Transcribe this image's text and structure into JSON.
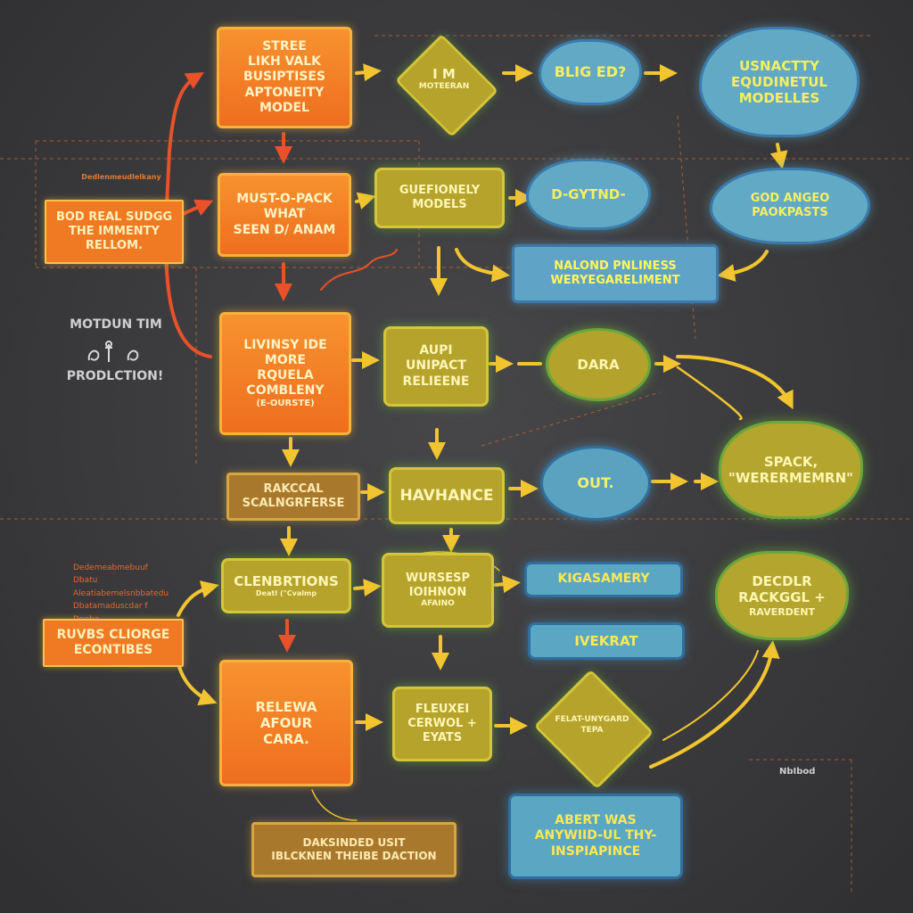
{
  "colors": {
    "background": "#3a3a3c",
    "orange": "#ef7624",
    "olive": "#b5a32c",
    "teal": "#5fa3c6",
    "arrow_yellow": "#f2c530",
    "arrow_red": "#e8512a"
  },
  "nodes": {
    "n_stree": "STREE\nLIKH VALK\nBUSIPTISES\nAPTONEITY\nMODEL",
    "n_moteeran_main": "I M",
    "n_moteeran_sub": "MOTEERAN",
    "n_bligged": "BLIG ED?",
    "n_usnacity": "USNACTTY\nEQUDINETUL\nMODELLES",
    "n_bod_real": "BOD REAL SUDGG\nTHE IMMENTY\nRELLOM.",
    "n_must_opack": "MUST-O-PACK\nWHAT\nSEEN D/ ANAM",
    "n_guefionely": "GUEFIONELY\nMODELS",
    "n_dgytnd": "D-GYTND-",
    "n_god_angeo": "GOD ANGEO\nPAOKPASTS",
    "n_nalond": "NALOND PNLINESS\nWERYEGARELIMENT",
    "n_livinsy": "LIVINSY IDE\nMORE\nRQUELA\nCOMBLENY",
    "n_livinsy_sub": "(E-OURSTE)",
    "n_aupi": "AUPI\nUNIPACT\nRELIEENE",
    "n_dara": "DARA",
    "n_spack": "SPACK,\n\"WERERMEMRN\"",
    "n_rakccal": "RAKCCAL\nSCALNGRFERSE",
    "n_havhance": "HAVHANCE",
    "n_out": "OUT.",
    "n_clenbrtions": "CLENBRTIONS",
    "n_clenbrtions_sub": "DeatI (\"Cvalmp",
    "n_wursesp": "WURSESP\nIOIHNON",
    "n_wursesp_sub": "AFAINO",
    "n_kigasamery": "KIGASAMERY",
    "n_ivekrat": "IVEKRAT",
    "n_decdlr": "DECDLR\nRACKGGL +",
    "n_decdlr_sub": "RAVERDENT",
    "n_ruvbs": "RUVBS CLIORGE\nECONTIBES",
    "n_relewa": "RELEWA\nAFOUR\nCARA.",
    "n_fleuxei": "FLEUXEI\nCERWOL +\nEYATS",
    "n_felat": "FELAT-UNYGARD\nTEPA",
    "n_daksinded": "DAKSINDED USIT\nIBLCKNEN THEIBE DACTION",
    "n_abert": "ABERT WAS\nANYWIID-UL THY-\nINSPIAPINCE"
  },
  "labels": {
    "motdun_title": "MOTDUN TIM",
    "production": "PRODLCTION!",
    "left_caption": "Dedlenmeudlelkany",
    "nbdod": "NbIbod",
    "small_notes": "Dedemeabmebuuf Dbatu\nAleatiabemelsnbbatedu\nDbatamaduscdar f Deeba\nDsbaalmdtkeeb f euebuch"
  }
}
